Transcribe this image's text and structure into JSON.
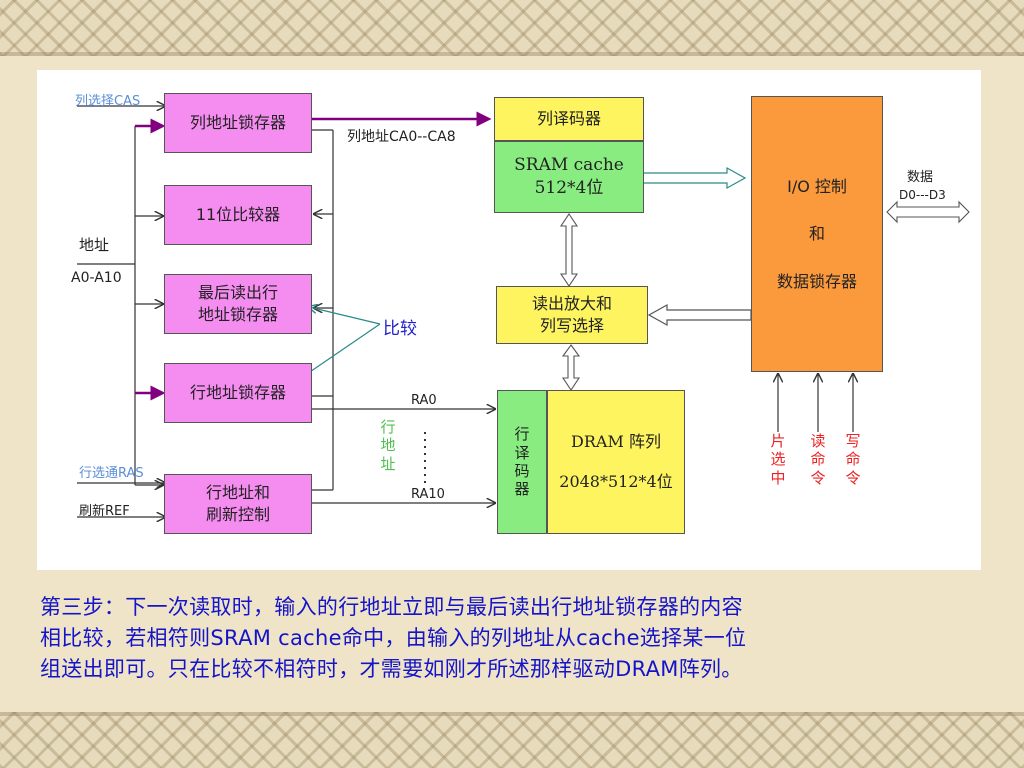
{
  "diagram": {
    "boxes": {
      "col_latch": "列地址锁存器",
      "comparator": "11位比较器",
      "last_row_latch": [
        "最后读出行",
        "地址锁存器"
      ],
      "row_latch": "行地址锁存器",
      "row_refresh": [
        "行地址和",
        "刷新控制"
      ],
      "col_decoder": "列译码器",
      "sram_cache": [
        "SRAM cache",
        "512*4位"
      ],
      "sense_amp": [
        "读出放大和",
        "列写选择"
      ],
      "row_decoder": "行译码器",
      "dram_array": [
        "DRAM 阵列",
        "2048*512*4位"
      ],
      "io_control": [
        "I/O  控制",
        "和",
        "数据锁存器"
      ]
    },
    "labels": {
      "cas": "列选择CAS",
      "address": "地址",
      "a0_a10": "A0-A10",
      "col_addr": "列地址CA0--CA8",
      "compare": "比较",
      "ra0": "RA0",
      "ra10": "RA10",
      "row_addr": "行地址",
      "ras": "行选通RAS",
      "ref": "刷新REF",
      "data": "数据",
      "d0_d3": "D0---D3",
      "chip_select": "片选中",
      "read_cmd": "读命令",
      "write_cmd": "写命令"
    },
    "colors": {
      "latch": "#f58cf0",
      "decoder": "#fdf460",
      "sram": "#88ec80",
      "io": "#fb9a3c",
      "cas_arrow": "#800080",
      "label_blue": "#5a8ed8",
      "label_green": "#4fc04f",
      "label_red": "#ee2222"
    }
  },
  "caption": {
    "lines": [
      "第三步：下一次读取时，输入的行地址立即与最后读出行地址锁存器的内容",
      "相比较，若相符则SRAM cache命中，由输入的列地址从cache选择某一位",
      "组送出即可。只在比较不相符时，才需要如刚才所述那样驱动DRAM阵列。"
    ]
  }
}
